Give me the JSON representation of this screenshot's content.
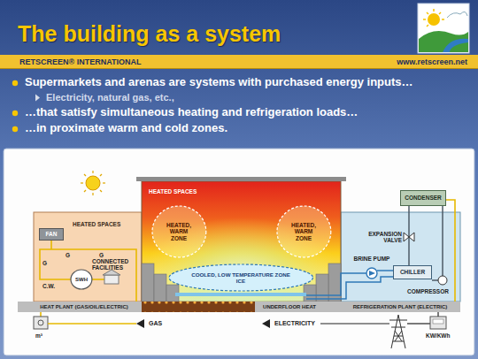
{
  "diagram": {
    "title": "The building as a system",
    "nodes": [
      {
        "text": [
          "HEATED SPACES"
        ]
      },
      {
        "text": [
          "FAN"
        ],
        "in": 0
      },
      {
        "text": [
          "SWH"
        ],
        "in": 0
      },
      {
        "text": [
          "HEATED SPACES"
        ]
      },
      {
        "text": [
          "HEATED, WARM ZONE"
        ],
        "in": 3
      },
      {
        "text": [
          "HEATED, WARM ZONE"
        ],
        "in": 3
      },
      {
        "text": [
          "COOLED, LOW TEMPERATURE ZONE",
          "ICE"
        ],
        "in": 3
      },
      {
        "text": [
          "CONDENSER"
        ]
      },
      {
        "text": [
          "CHILLER"
        ]
      },
      {
        "text": [
          "HEAT PLANT (GAS/OIL/ELECTRIC)"
        ]
      },
      {
        "text": [
          "UNDERFLOOR HEAT"
        ]
      },
      {
        "text": [
          "REFRIGERATION PLANT (ELECTRIC)"
        ]
      }
    ],
    "labels": [
      "RETSCREEN® INTERNATIONAL",
      "www.retscreen.net",
      "Supermarkets and arenas are systems with purchased energy inputs…",
      "Electricity, natural gas, etc.,",
      "…that satisfy simultaneous heating and refrigeration loads…",
      "…in proximate warm and cold zones.",
      "G",
      "G",
      "G",
      "C.W.",
      "CONNECTED FACILITIES",
      "EXPANSION VALVE",
      "BRINE PUMP",
      "COMPRESSOR",
      "GAS",
      "m³",
      "ELECTRICITY",
      "KW/KWh"
    ]
  }
}
